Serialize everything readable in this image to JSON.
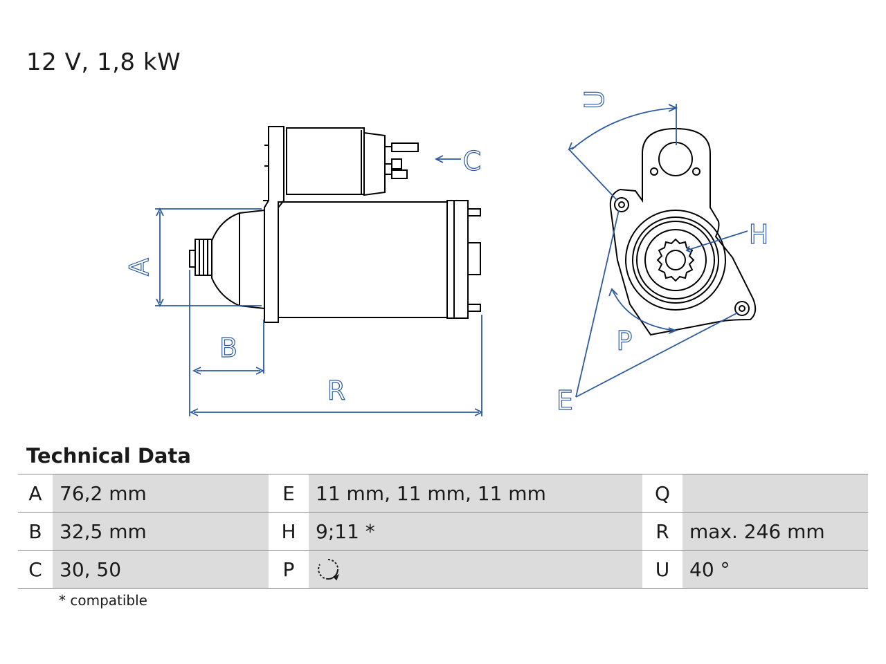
{
  "title": "12 V, 1,8 kW",
  "diagram": {
    "labels": {
      "A": "A",
      "B": "B",
      "C": "C",
      "R": "R",
      "U": "U",
      "H": "H",
      "P": "P",
      "E": "E"
    },
    "line_color": "#2d5aa0"
  },
  "section_title": "Technical Data",
  "table": [
    {
      "k1": "A",
      "v1": "76,2 mm",
      "k2": "E",
      "v2": "11 mm, 11 mm, 11 mm",
      "k3": "Q",
      "v3": ""
    },
    {
      "k1": "B",
      "v1": "32,5 mm",
      "k2": "H",
      "v2": "9;11 *",
      "k3": "R",
      "v3": "max. 246 mm"
    },
    {
      "k1": "C",
      "v1": "30, 50",
      "k2": "P",
      "v2_icon": "clockwise-rotation-icon",
      "k3": "U",
      "v3": "40 °"
    }
  ],
  "footnote": "* compatible"
}
